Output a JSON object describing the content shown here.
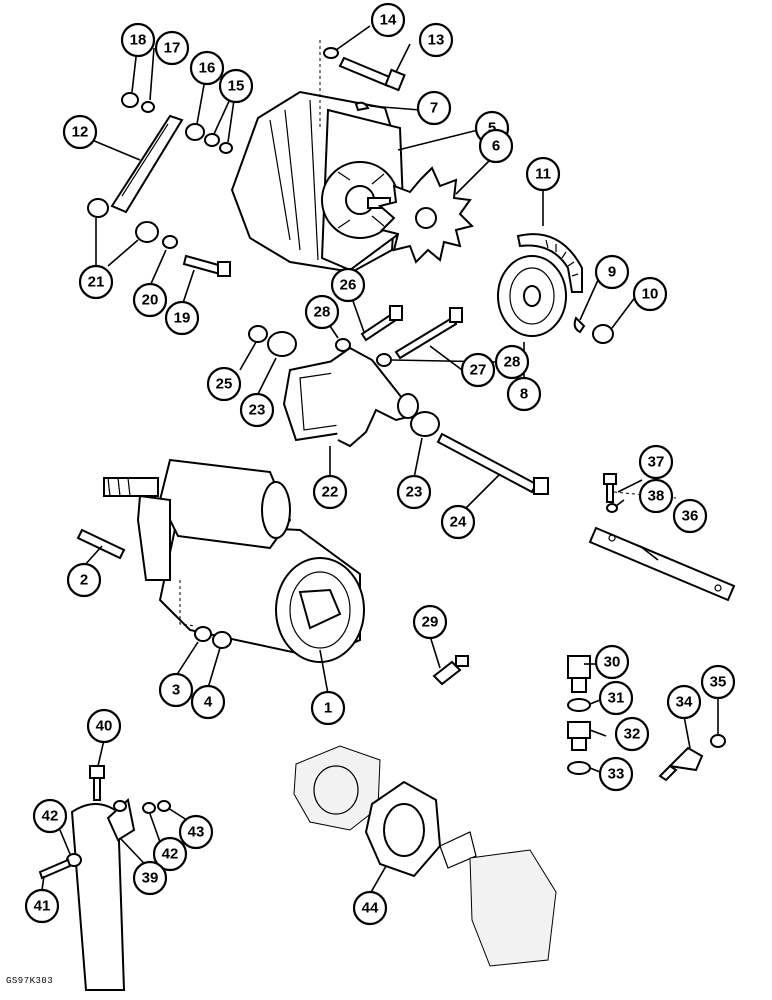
{
  "figure_code": "GS97K303",
  "callouts": [
    {
      "id": "callout-1",
      "label": "1"
    },
    {
      "id": "callout-2",
      "label": "2"
    },
    {
      "id": "callout-3",
      "label": "3"
    },
    {
      "id": "callout-4",
      "label": "4"
    },
    {
      "id": "callout-5",
      "label": "5"
    },
    {
      "id": "callout-6",
      "label": "6"
    },
    {
      "id": "callout-7",
      "label": "7"
    },
    {
      "id": "callout-8",
      "label": "8"
    },
    {
      "id": "callout-9",
      "label": "9"
    },
    {
      "id": "callout-10",
      "label": "10"
    },
    {
      "id": "callout-11",
      "label": "11"
    },
    {
      "id": "callout-12",
      "label": "12"
    },
    {
      "id": "callout-13",
      "label": "13"
    },
    {
      "id": "callout-14",
      "label": "14"
    },
    {
      "id": "callout-15",
      "label": "15"
    },
    {
      "id": "callout-16",
      "label": "16"
    },
    {
      "id": "callout-17",
      "label": "17"
    },
    {
      "id": "callout-18",
      "label": "18"
    },
    {
      "id": "callout-19",
      "label": "19"
    },
    {
      "id": "callout-20",
      "label": "20"
    },
    {
      "id": "callout-21",
      "label": "21"
    },
    {
      "id": "callout-22",
      "label": "22"
    },
    {
      "id": "callout-23a",
      "label": "23"
    },
    {
      "id": "callout-23b",
      "label": "23"
    },
    {
      "id": "callout-24",
      "label": "24"
    },
    {
      "id": "callout-25",
      "label": "25"
    },
    {
      "id": "callout-26",
      "label": "26"
    },
    {
      "id": "callout-27",
      "label": "27"
    },
    {
      "id": "callout-28a",
      "label": "28"
    },
    {
      "id": "callout-28b",
      "label": "28"
    },
    {
      "id": "callout-29",
      "label": "29"
    },
    {
      "id": "callout-30",
      "label": "30"
    },
    {
      "id": "callout-31",
      "label": "31"
    },
    {
      "id": "callout-32",
      "label": "32"
    },
    {
      "id": "callout-33",
      "label": "33"
    },
    {
      "id": "callout-34",
      "label": "34"
    },
    {
      "id": "callout-35",
      "label": "35"
    },
    {
      "id": "callout-36",
      "label": "36"
    },
    {
      "id": "callout-37",
      "label": "37"
    },
    {
      "id": "callout-38",
      "label": "38"
    },
    {
      "id": "callout-39",
      "label": "39"
    },
    {
      "id": "callout-40",
      "label": "40"
    },
    {
      "id": "callout-41",
      "label": "41"
    },
    {
      "id": "callout-42a",
      "label": "42"
    },
    {
      "id": "callout-42b",
      "label": "42"
    },
    {
      "id": "callout-43",
      "label": "43"
    },
    {
      "id": "callout-44",
      "label": "44"
    }
  ]
}
